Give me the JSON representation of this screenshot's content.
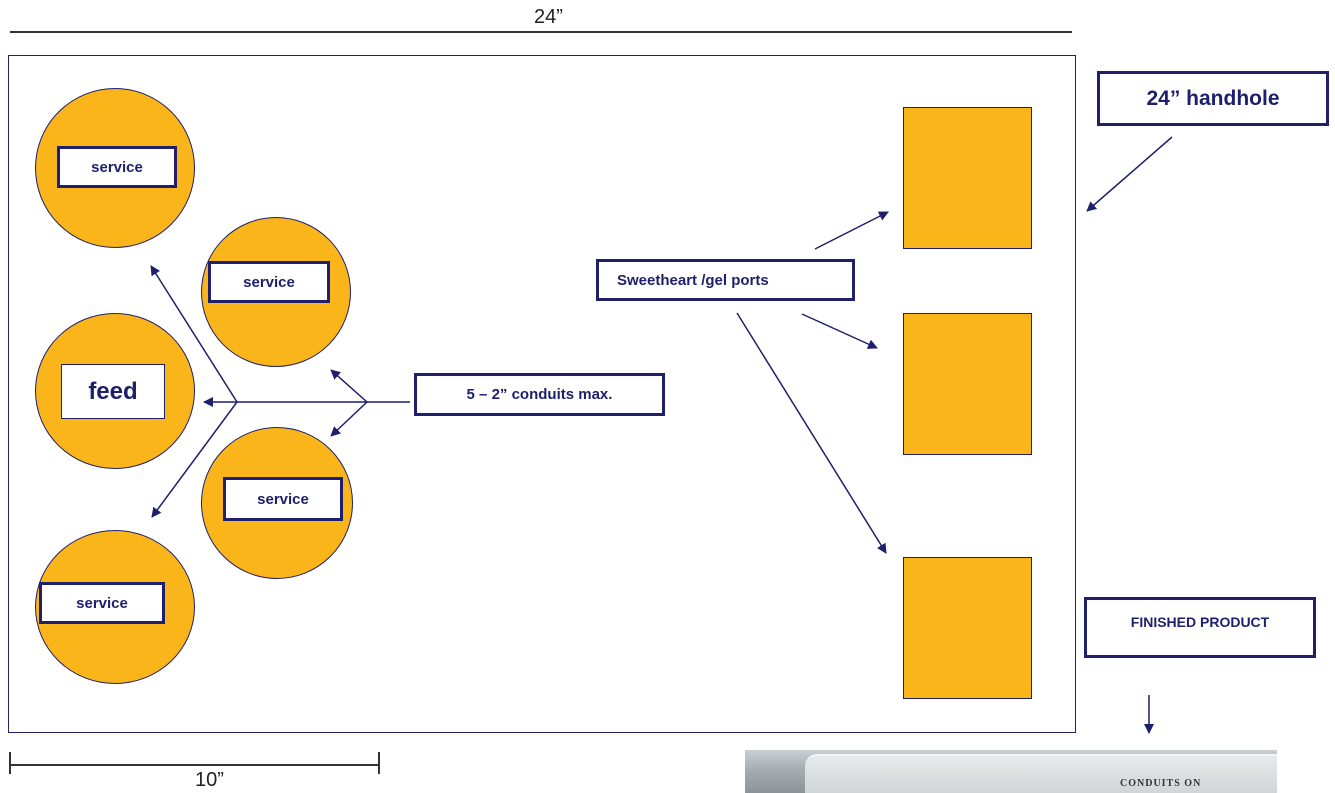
{
  "dimensions": {
    "top_width": "24”",
    "bottom_width": "10”"
  },
  "labels": {
    "service": "service",
    "feed": "feed",
    "conduits": "5 – 2” conduits max.",
    "ports": "Sweetheart  /gel ports",
    "handhole": "24” handhole",
    "finished_product": "FINISHED PRODUCT",
    "photo_text": "CONDUITS ON"
  },
  "colors": {
    "fill": "#f9b51a",
    "stroke": "#1f1f6b"
  }
}
